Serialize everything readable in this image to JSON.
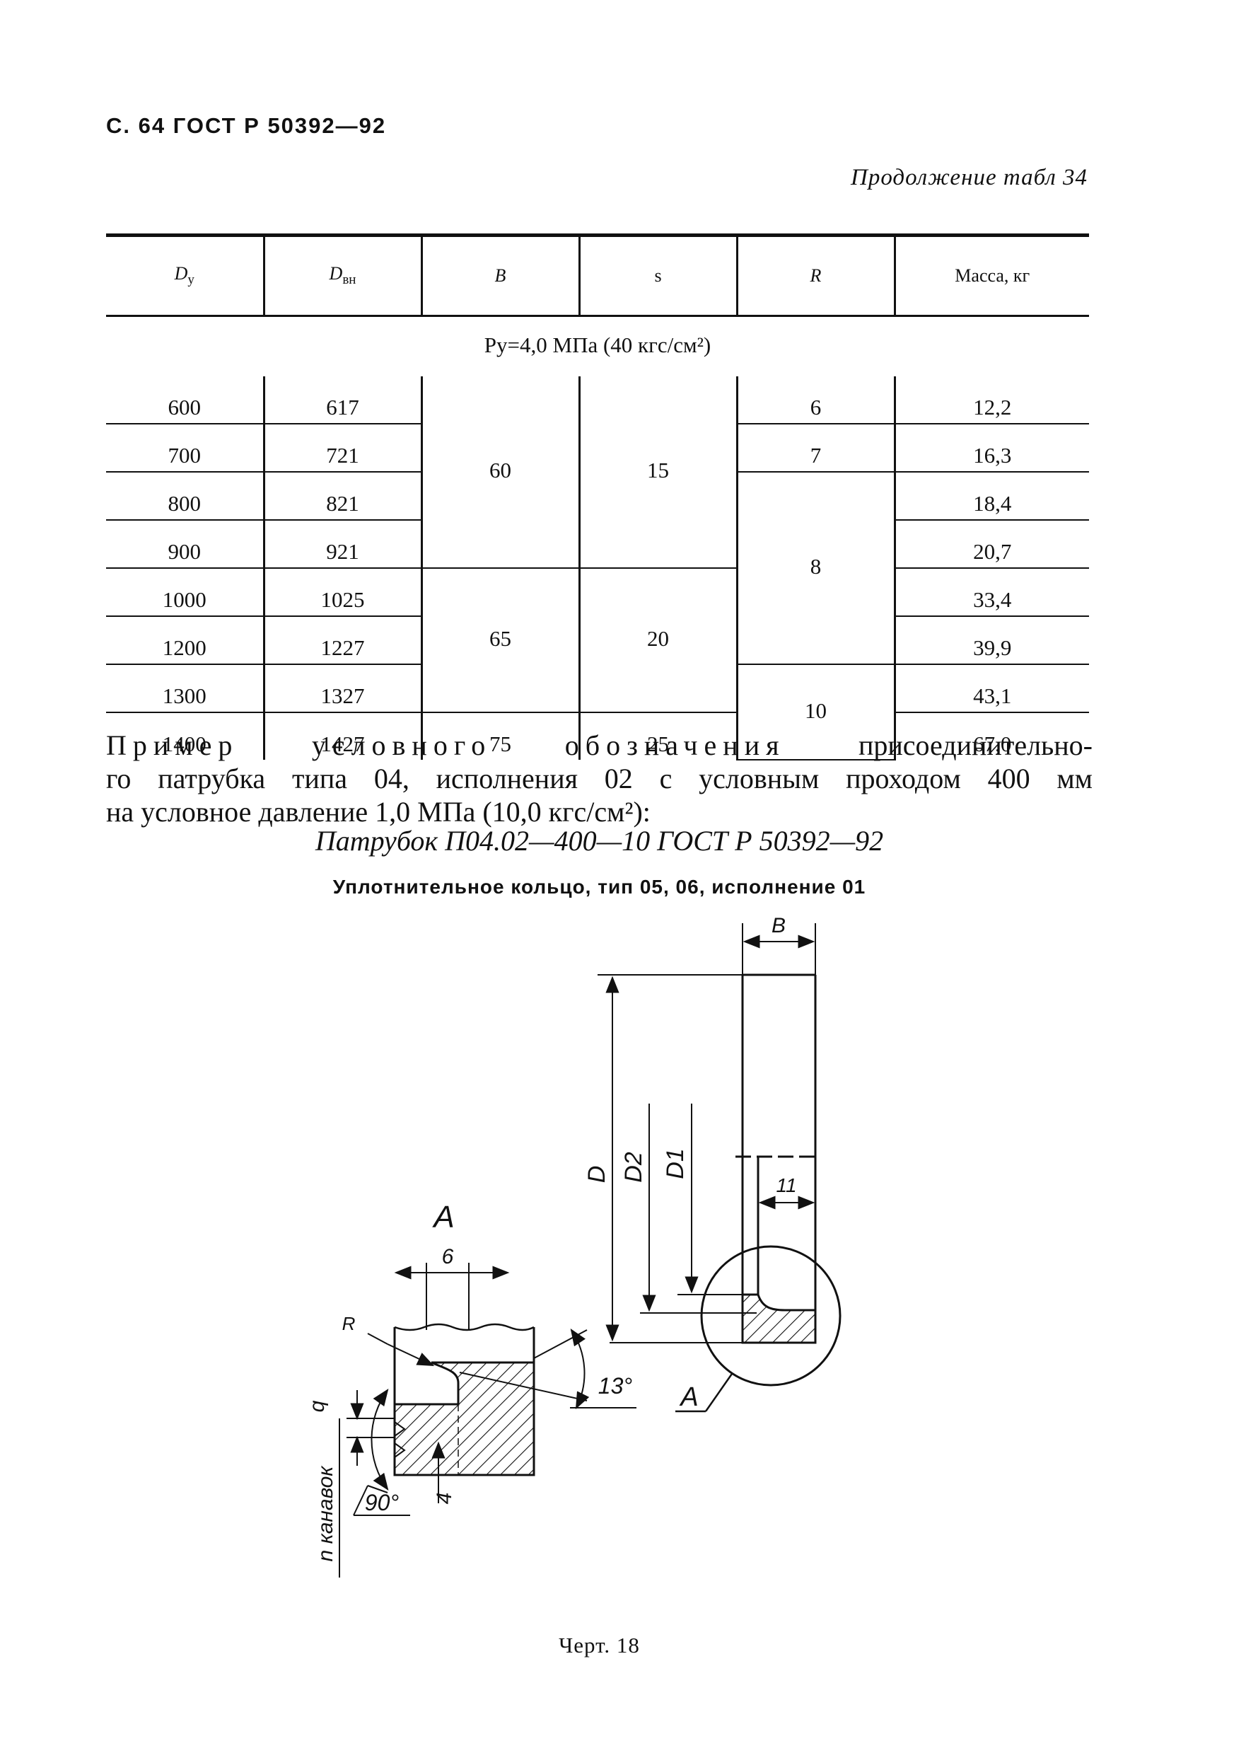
{
  "header": {
    "page_ref": "С. 64 ГОСТ Р 50392—92"
  },
  "continuation": "Продолжение табл 34",
  "table": {
    "columns": [
      {
        "base": "D",
        "sub": "у"
      },
      {
        "base": "D",
        "sub": "вн"
      },
      {
        "base": "B",
        "sub": ""
      },
      {
        "base": "s",
        "sub": ""
      },
      {
        "base": "R",
        "sub": ""
      },
      {
        "base": "Масса, кг",
        "sub": ""
      }
    ],
    "pressure": "Pу=4,0 МПа (40 кгс/см²)",
    "rows": [
      {
        "dy": "600",
        "dvn": "617",
        "mass": "12,2"
      },
      {
        "dy": "700",
        "dvn": "721",
        "mass": "16,3"
      },
      {
        "dy": "800",
        "dvn": "821",
        "mass": "18,4"
      },
      {
        "dy": "900",
        "dvn": "921",
        "mass": "20,7"
      },
      {
        "dy": "1000",
        "dvn": "1025",
        "mass": "33,4"
      },
      {
        "dy": "1200",
        "dvn": "1227",
        "mass": "39,9"
      },
      {
        "dy": "1300",
        "dvn": "1327",
        "mass": "43,1"
      },
      {
        "dy": "1400",
        "dvn": "1427",
        "mass": "67,0"
      }
    ],
    "b_groups": [
      "60",
      "65",
      "75"
    ],
    "s_groups": [
      "15",
      "20",
      "25"
    ],
    "r_groups": [
      "6",
      "7",
      "8",
      "10"
    ]
  },
  "example": {
    "word1": "Пример",
    "word2": "условного",
    "word3": "обозначения",
    "line1_end": "присоединительно-",
    "line2": "го патрубка типа 04, исполнения 02 с условным проходом 400 мм",
    "line3": "на условное давление 1,0 МПа (10,0 кгс/см²):",
    "designation": "Патрубок П04.02—400—10 ГОСТ Р 50392—92"
  },
  "subtitle": "Уплотнительное кольцо, тип 05, 06, исполнение 01",
  "drawing": {
    "labels": {
      "b_top": "B",
      "d": "D",
      "d2": "D2",
      "d1": "D1",
      "eleven": "11",
      "view_a": "A",
      "callout_a": "A",
      "six": "6",
      "r": "R",
      "angle13": "13°",
      "q": "q",
      "angle90": "90°",
      "four": "4",
      "n_grooves": "n канавок"
    }
  },
  "caption": "Черт. 18"
}
